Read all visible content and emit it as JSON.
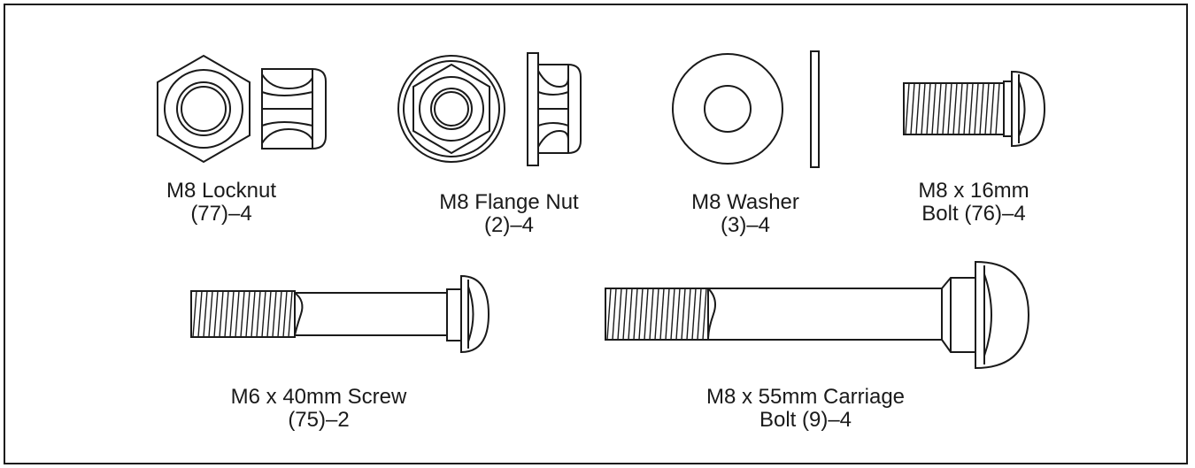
{
  "parts": [
    {
      "id": "locknut",
      "icon": "hex-locknut-icon",
      "lines": [
        "M8 Locknut",
        "(77)–4"
      ]
    },
    {
      "id": "flange-nut",
      "icon": "flange-nut-icon",
      "lines": [
        "M8 Flange Nut",
        "(2)–4"
      ]
    },
    {
      "id": "washer",
      "icon": "washer-icon",
      "lines": [
        "M8 Washer",
        "(3)–4"
      ]
    },
    {
      "id": "bolt-16",
      "icon": "button-head-bolt-icon",
      "lines": [
        "M8 x 16mm",
        "Bolt (76)–4"
      ]
    },
    {
      "id": "screw-40",
      "icon": "button-head-screw-icon",
      "lines": [
        "M6 x 40mm Screw",
        "(75)–2"
      ]
    },
    {
      "id": "carriage-bolt-55",
      "icon": "carriage-bolt-icon",
      "lines": [
        "M8 x 55mm Carriage",
        "Bolt (9)–4"
      ]
    }
  ]
}
